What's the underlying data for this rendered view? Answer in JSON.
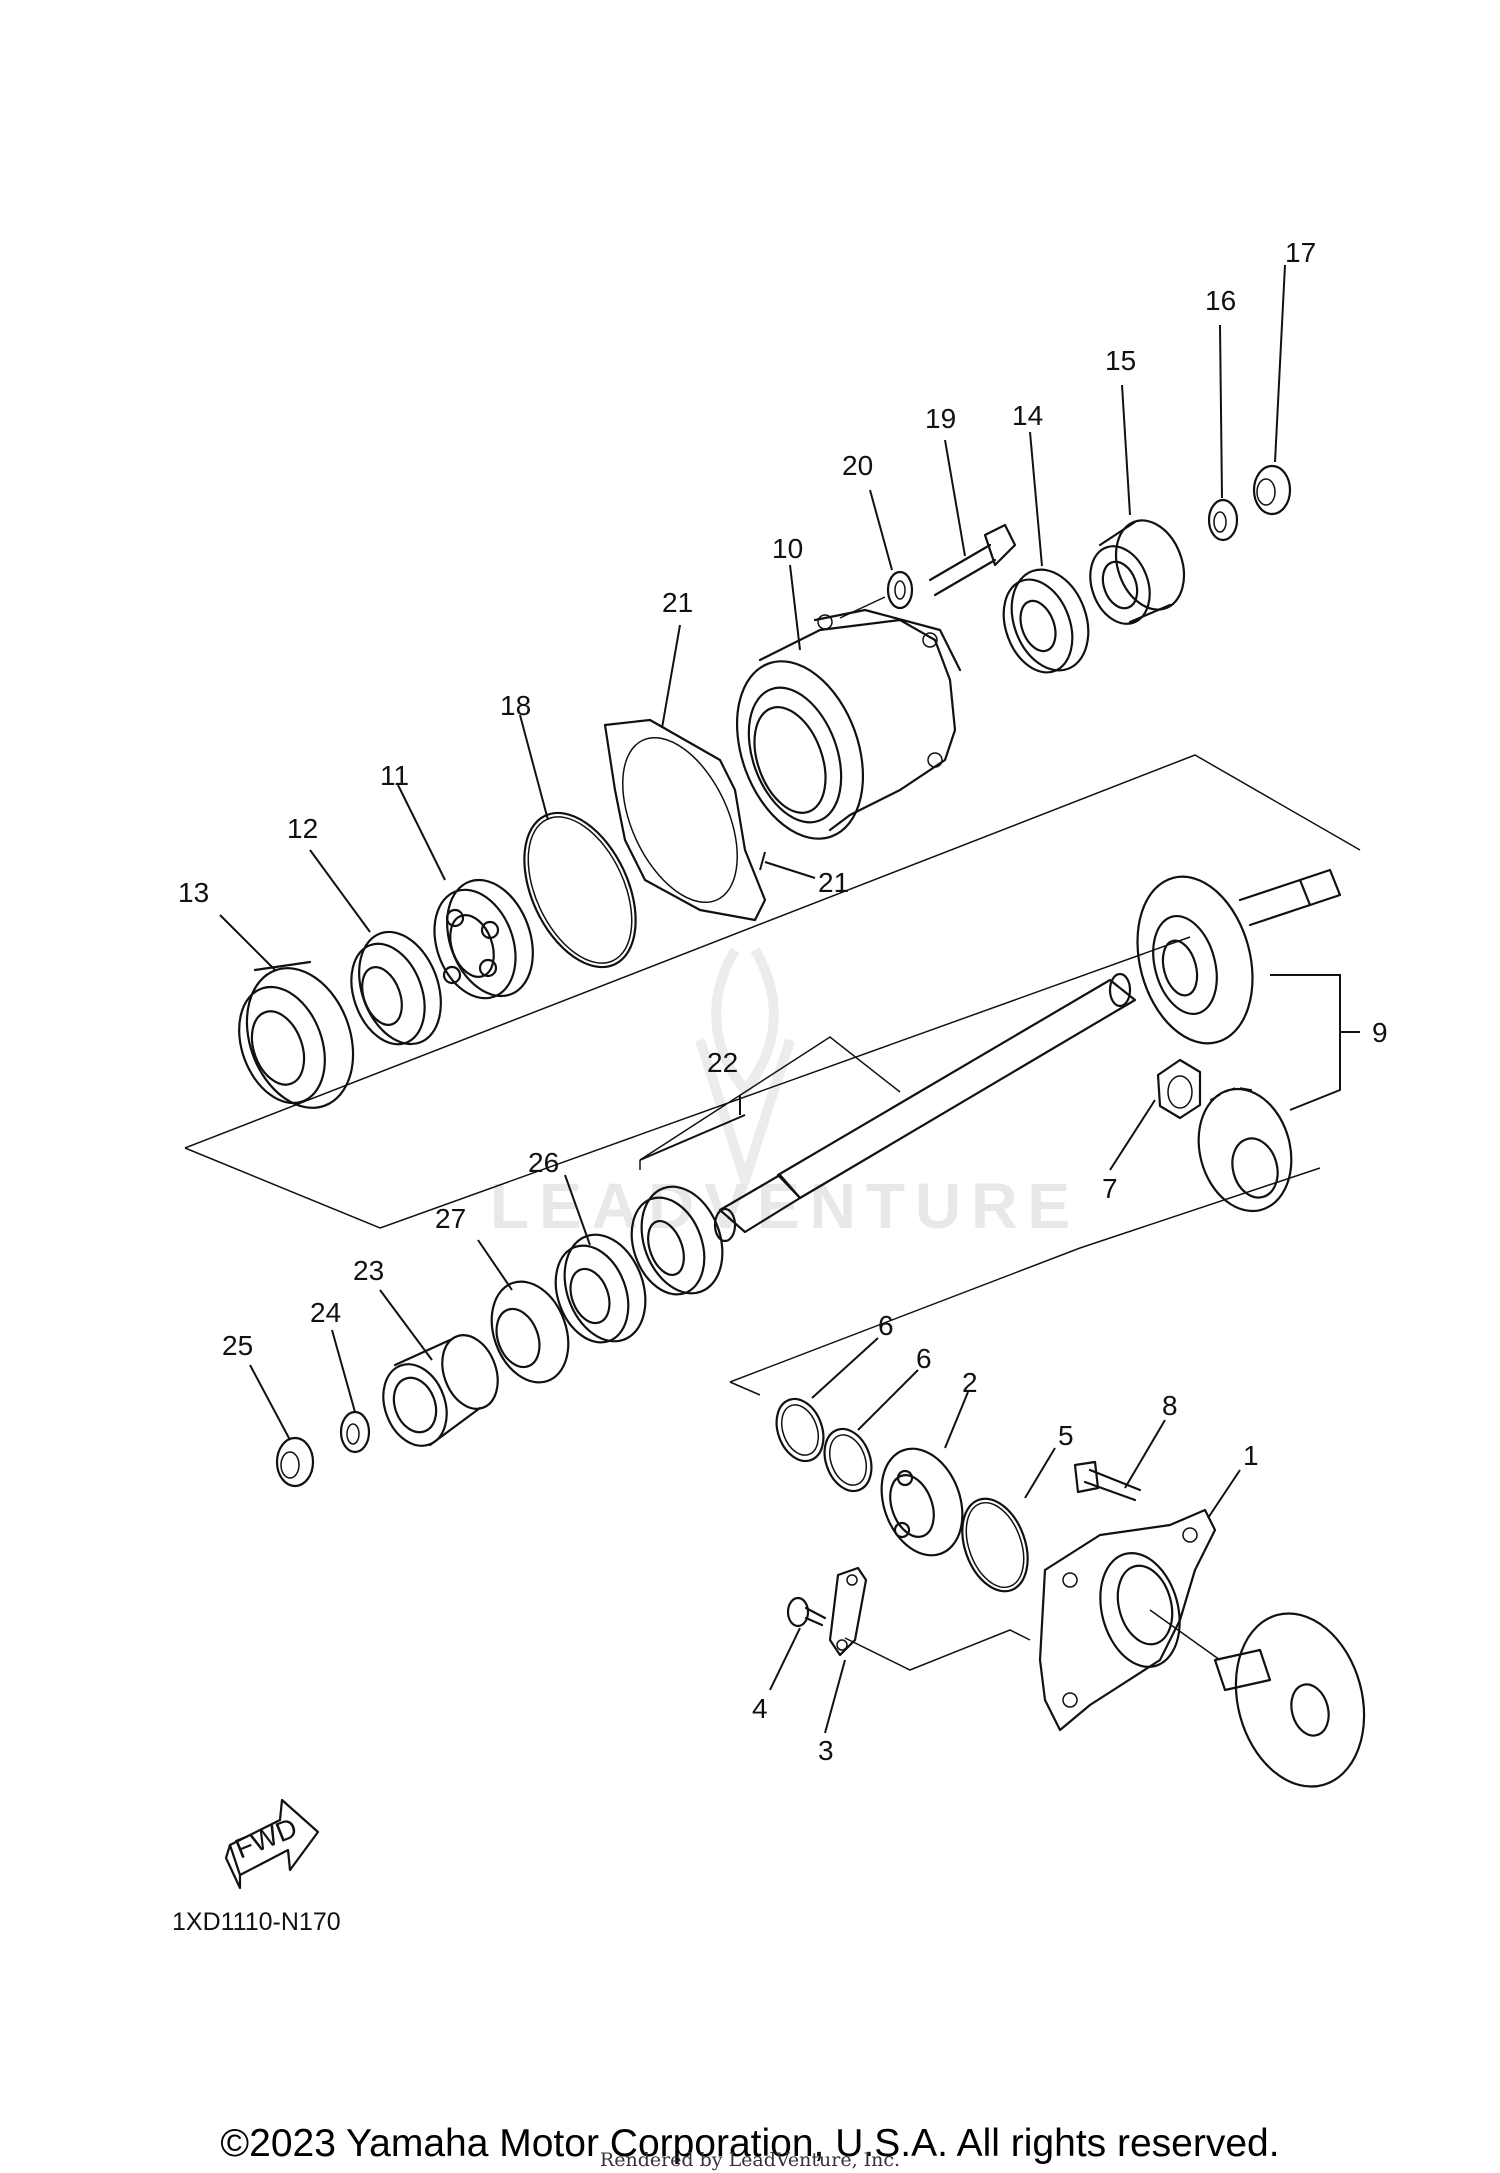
{
  "diagram": {
    "code": "1XD1110-N170",
    "fwd_label": "FWD",
    "watermark": "LEADVENTURE",
    "callouts": {
      "c1": "1",
      "c2": "2",
      "c3": "3",
      "c4": "4",
      "c5": "5",
      "c6a": "6",
      "c6b": "6",
      "c7": "7",
      "c8": "8",
      "c9": "9",
      "c10": "10",
      "c11": "11",
      "c12": "12",
      "c13": "13",
      "c14": "14",
      "c15": "15",
      "c16": "16",
      "c17": "17",
      "c18": "18",
      "c19": "19",
      "c20": "20",
      "c21a": "21",
      "c21b": "21",
      "c22": "22",
      "c23": "23",
      "c24": "24",
      "c25": "25",
      "c26": "26",
      "c27": "27"
    }
  },
  "footer": {
    "copyright": "©2023 Yamaha Motor Corporation, U.S.A. All rights reserved.",
    "rendered_by": "Rendered by LeadVenture, Inc."
  }
}
